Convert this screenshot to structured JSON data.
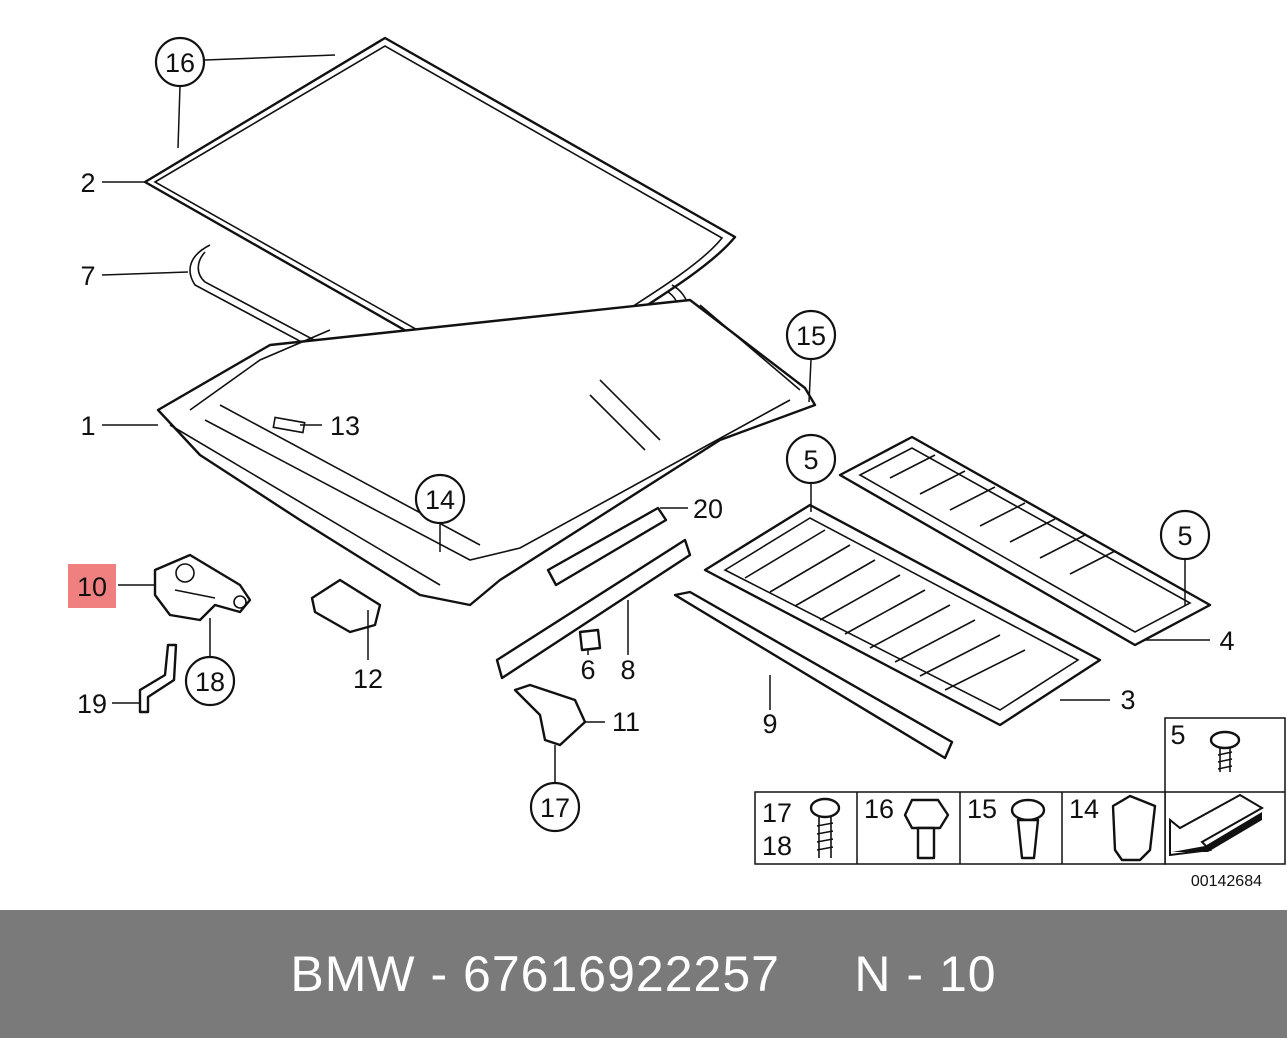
{
  "diagram": {
    "labels": {
      "l1": "1",
      "l2": "2",
      "l3": "3",
      "l4": "4",
      "l5a": "5",
      "l5b": "5",
      "l6": "6",
      "l7": "7",
      "l8": "8",
      "l9": "9",
      "l10": "10",
      "l11": "11",
      "l12": "12",
      "l13": "13",
      "l14": "14",
      "l15": "15",
      "l16": "16",
      "l17": "17",
      "l18": "18",
      "l19": "19",
      "l20": "20"
    },
    "highlight_color": "#f08080",
    "legend": {
      "c5": "5",
      "c17": "17",
      "c18": "18",
      "c16": "16",
      "c15": "15",
      "c14": "14"
    },
    "drawing_number": "00142684"
  },
  "footer": {
    "brand": "BMW",
    "dash1": "-",
    "part_number": "67616922257",
    "position_code": "N",
    "dash2": "-",
    "position_number": "10"
  }
}
